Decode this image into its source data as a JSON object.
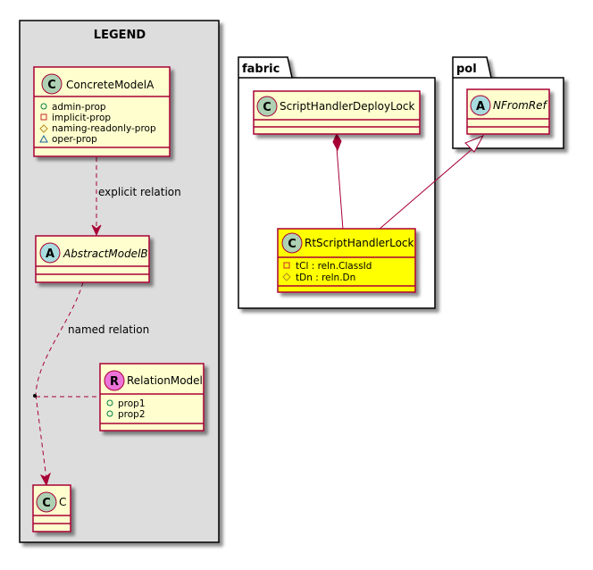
{
  "legend": {
    "title": "LEGEND",
    "concrete": {
      "badge": "C",
      "name": "ConcreteModelA",
      "props": [
        "admin-prop",
        "implicit-prop",
        "naming-readonly-prop",
        "oper-prop"
      ]
    },
    "explicit_label": "explicit relation",
    "abstract": {
      "badge": "A",
      "name": "AbstractModelB"
    },
    "named_label": "named relation",
    "relation": {
      "badge": "R",
      "name": "RelationModel",
      "props": [
        "prop1",
        "prop2"
      ]
    },
    "c": {
      "badge": "C",
      "name": "C"
    }
  },
  "fabric": {
    "package": "fabric",
    "deploy": {
      "badge": "C",
      "name": "ScriptHandlerDeployLock"
    },
    "rt": {
      "badge": "C",
      "name": "RtScriptHandlerLock",
      "props": [
        "tCl : reln.ClassId",
        "tDn : reln.Dn"
      ]
    }
  },
  "pol": {
    "package": "pol",
    "nfrom": {
      "badge": "A",
      "name": "NFromRef"
    }
  },
  "colors": {
    "border": "#a80036",
    "class_fill": "#fefece",
    "highlight_fill": "#ffff00",
    "legend_bg": "#dddddd",
    "badge_class": "#add1b2",
    "badge_abstract": "#a9dcdf",
    "badge_relation": "#eb74d9",
    "vis_public": "#038048",
    "vis_private": "#c82930",
    "vis_protected": "#b38d22",
    "vis_package": "#1963a0"
  }
}
